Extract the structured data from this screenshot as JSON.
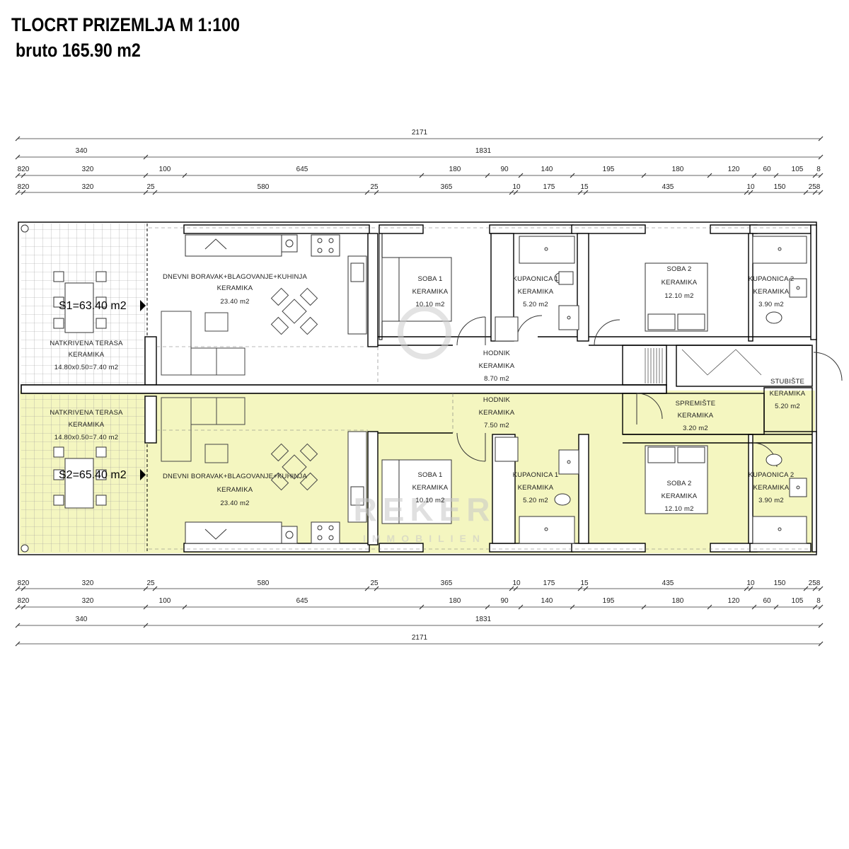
{
  "header": {
    "title": "TLOCRT PRIZEMLJA  M 1:100",
    "subtitle": "bruto 165.90 m2"
  },
  "dimensions": {
    "top": {
      "total": "2171",
      "row2": [
        "340",
        "1831"
      ],
      "row3": [
        "820",
        "320",
        "100",
        "645",
        "180",
        "90",
        "140",
        "195",
        "180",
        "120",
        "60",
        "105",
        "8"
      ],
      "row4": [
        "820",
        "320",
        "25",
        "580",
        "25",
        "365",
        "10",
        "175",
        "15",
        "435",
        "10",
        "150",
        "258"
      ]
    },
    "bottom": {
      "row1": [
        "820",
        "320",
        "25",
        "580",
        "25",
        "365",
        "10",
        "175",
        "15",
        "435",
        "10",
        "150",
        "258"
      ],
      "row2": [
        "820",
        "320",
        "100",
        "645",
        "180",
        "90",
        "140",
        "195",
        "180",
        "120",
        "60",
        "105",
        "8"
      ],
      "row3": [
        "340",
        "1831"
      ],
      "total": "2171"
    }
  },
  "units": {
    "s1": {
      "summary": "S1=63.40 m2",
      "terrace": [
        "NATKRIVENA TERASA",
        "KERAMIKA",
        "14.80x0.50=7.40 m2"
      ],
      "living": [
        "DNEVNI BORAVAK+BLAGOVANJE+KUHINJA",
        "KERAMIKA",
        "23.40 m2"
      ],
      "bedroom1": [
        "SOBA 1",
        "KERAMIKA",
        "10.10 m2"
      ],
      "bath1": [
        "KUPAONICA 1",
        "KERAMIKA",
        "5.20 m2"
      ],
      "bedroom2": [
        "SOBA 2",
        "KERAMIKA",
        "12.10 m2"
      ],
      "bath2": [
        "KUPAONICA 2",
        "KERAMIKA",
        "3.90 m2"
      ],
      "hall": [
        "HODNIK",
        "KERAMIKA",
        "8.70 m2"
      ]
    },
    "shared": {
      "stairs": [
        "STUBIŠTE",
        "KERAMIKA",
        "5.20 m2"
      ]
    },
    "s2": {
      "summary": "S2=65.40 m2",
      "terrace": [
        "NATKRIVENA TERASA",
        "KERAMIKA",
        "14.80x0.50=7.40 m2"
      ],
      "living": [
        "DNEVNI BORAVAK+BLAGOVANJE+KUHINJA",
        "KERAMIKA",
        "23.40 m2"
      ],
      "bedroom1": [
        "SOBA 1",
        "KERAMIKA",
        "10.10 m2"
      ],
      "bath1": [
        "KUPAONICA 1",
        "KERAMIKA",
        "5.20 m2"
      ],
      "bedroom2": [
        "SOBA 2",
        "KERAMIKA",
        "12.10 m2"
      ],
      "bath2": [
        "KUPAONICA 2",
        "KERAMIKA",
        "3.90 m2"
      ],
      "hall": [
        "HODNIK",
        "KERAMIKA",
        "7.50 m2"
      ],
      "storage": [
        "SPREMIŠTE",
        "KERAMIKA",
        "3.20 m2"
      ]
    }
  },
  "watermark": {
    "brand": "REKER",
    "sub": "IMMOBILIEN"
  },
  "colors": {
    "highlight": "#f4f6c0",
    "wall": "#000000",
    "line": "#333333",
    "grid": "#9a9a9a"
  }
}
